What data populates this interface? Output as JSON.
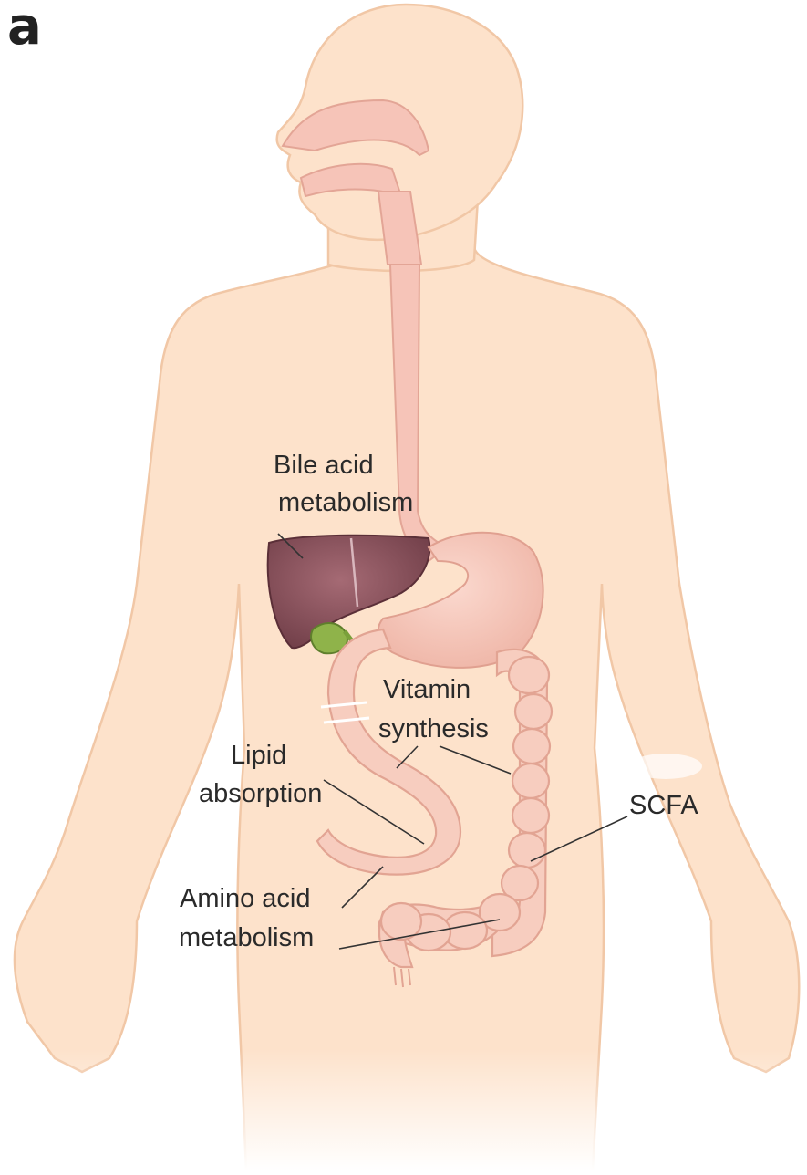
{
  "panel_label": "a",
  "labels": {
    "bile_acid": [
      "Bile acid",
      "metabolism"
    ],
    "vitamin": [
      "Vitamin",
      "synthesis"
    ],
    "lipid": [
      "Lipid",
      "absorption"
    ],
    "scfa": [
      "SCFA"
    ],
    "amino_acid": [
      "Amino acid",
      "metabolism"
    ]
  },
  "colors": {
    "skin": "#fde2cb",
    "skin_outline": "#f1c7a6",
    "digestive_tract": "#f6c4b8",
    "liver": "#8d5560",
    "gallbladder": "#8fb34a",
    "text": "#2a2a2a"
  }
}
